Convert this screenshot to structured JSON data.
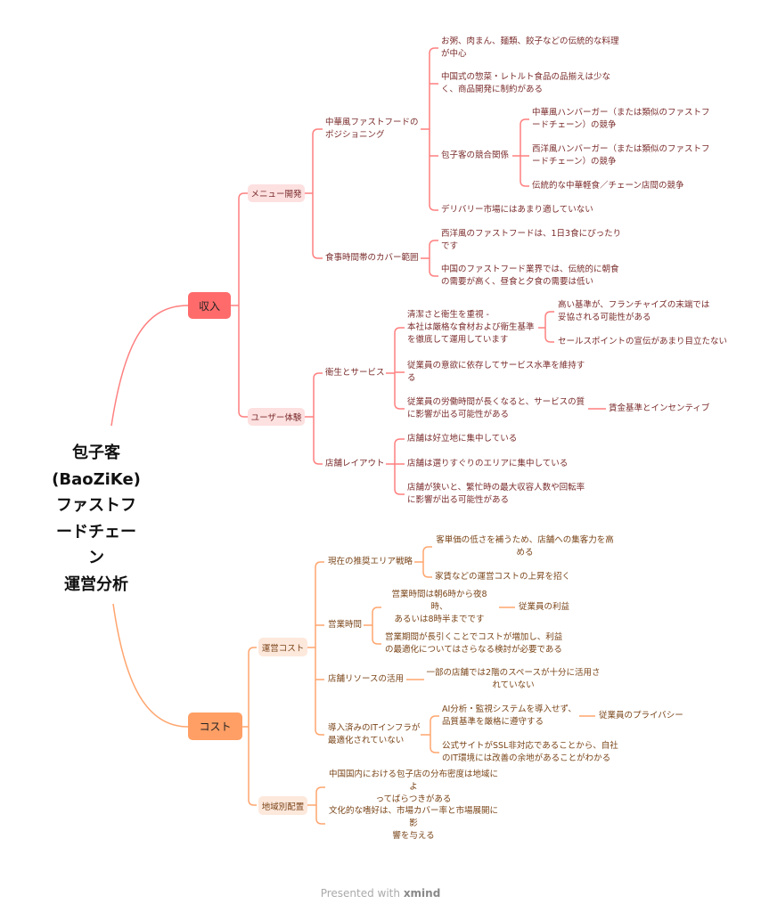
{
  "root": {
    "title": "包子客\n(BaoZiKe)\nファストフ\nードチェー\nン\n運営分析"
  },
  "colors": {
    "revenue": "#ff6b6b",
    "cost": "#ff9f65",
    "revenue_line": "#ff7f7f",
    "cost_line": "#ffa56e"
  },
  "revenue": {
    "label": "収入",
    "menu": {
      "label": "メニュー開発",
      "positioning": {
        "label": "中華風ファストフードの\nポジショニング",
        "items": [
          "お粥、肉まん、麺類、餃子などの伝統的な料理\nが中心",
          "中国式の惣菜・レトルト食品の品揃えは少な\nく、商品開発に制約がある",
          "包子客の競合関係",
          "デリバリー市場にはあまり適していない"
        ],
        "competition": [
          "中華風ハンバーガー（または類似のファストフ\nードチェーン）の競争",
          "西洋風ハンバーガー（または類似のファストフ\nードチェーン）の競争",
          "伝統的な中華軽食／チェーン店間の競争"
        ]
      },
      "mealtime": {
        "label": "食事時間帯のカバー範囲",
        "items": [
          "西洋風のファストフードは、1日3食にぴったり\nです",
          "中国のファストフード業界では、伝統的に朝食\nの需要が高く、昼食と夕食の需要は低い"
        ]
      }
    },
    "ux": {
      "label": "ユーザー体験",
      "hygiene": {
        "label": "衛生とサービス",
        "items": [
          "清潔さと衛生を重視 -\n本社は厳格な食材および衛生基準\nを徹底して運用しています",
          "従業員の意欲に依存してサービス水準を維持す\nる",
          "従業員の労働時間が長くなると、サービスの質\nに影響が出る可能性がある"
        ],
        "cleanliness_sub": [
          "高い基準が、フランチャイズの末端では\n妥協される可能性がある",
          "セールスポイントの宣伝があまり目立たない"
        ],
        "labor_sub": "賃金基準とインセンティブ"
      },
      "layout": {
        "label": "店舗レイアウト",
        "items": [
          "店舗は好立地に集中している",
          "店舗は選りすぐりのエリアに集中している",
          "店舗が狭いと、繁忙時の最大収容人数や回転率\nに影響が出る可能性がある"
        ]
      }
    }
  },
  "cost": {
    "label": "コスト",
    "operating": {
      "label": "運営コスト",
      "area": {
        "label": "現在の推奨エリア戦略",
        "items": [
          "客単価の低さを補うため、店舗への集客力を高\nめる",
          "家賃などの運営コストの上昇を招く"
        ]
      },
      "hours": {
        "label": "営業時間",
        "items": [
          "営業時間は朝6時から夜8時、\nあるいは8時半までです",
          "営業期間が長引くことでコストが増加し、利益\nの最適化についてはさらなる検討が必要である"
        ],
        "sub": "従業員の利益"
      },
      "resources": {
        "label": "店舗リソースの活用",
        "item": "一部の店舗では2階のスペースが十分に活用さ\nれていない"
      },
      "it": {
        "label": "導入済みのITインフラが\n最適化されていない",
        "items": [
          "AI分析・監視システムを導入せず、\n品質基準を厳格に遵守する",
          "公式サイトがSSL非対応であることから、自社\nのIT環境には改善の余地があることがわかる"
        ],
        "sub": "従業員のプライバシー"
      }
    },
    "regional": {
      "label": "地域別配置",
      "items": [
        "中国国内における包子店の分布密度は地域によ\nってばらつきがある",
        "文化的な嗜好は、市場カバー率と市場展開に影\n響を与える"
      ]
    }
  },
  "footer": {
    "prefix": "Presented with",
    "brand": "xmind"
  }
}
